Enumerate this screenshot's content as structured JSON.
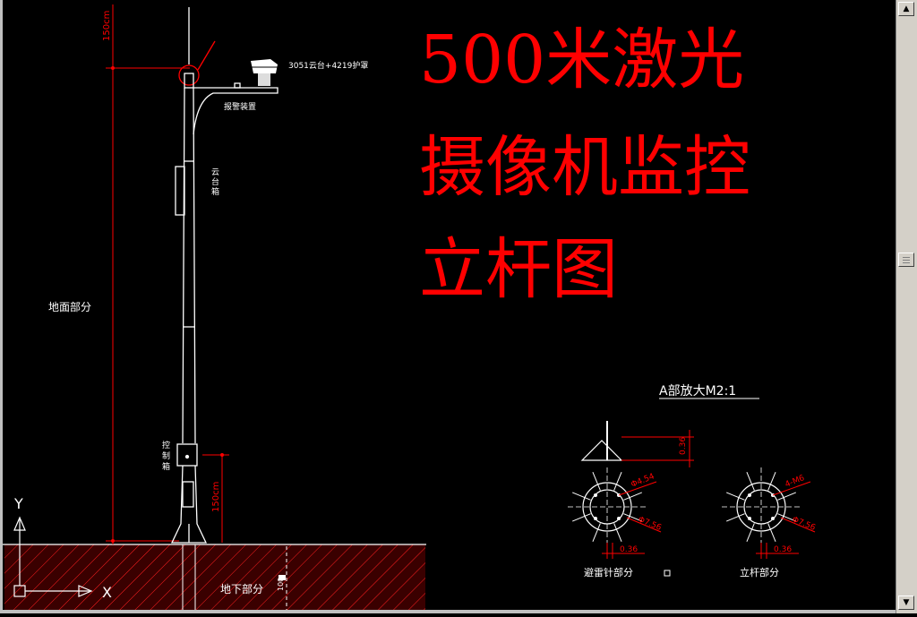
{
  "title": {
    "line1": "500米激光",
    "line2": "摄像机监控",
    "line3": "立杆图",
    "color": "#ff0000"
  },
  "labels": {
    "top_dim": "150cm",
    "camera": "3051云台+4219护罩",
    "alarm": "报警装置",
    "box_upper": "云台箱",
    "ground_part": "地面部分",
    "control_box": "控制箱",
    "lower_dim": "150cm",
    "underground": "地下部分",
    "depth_dim": "100"
  },
  "detail": {
    "heading": "A部放大M2:1",
    "top_dim": "0.36",
    "left_circle": {
      "caption": "避雷针部分",
      "hole_label": "Φ4.54",
      "outer_label": "Φ7.56",
      "bottom_dim": "0.36"
    },
    "right_circle": {
      "caption": "立杆部分",
      "hole_label": "4-M6",
      "outer_label": "Φ7.56",
      "bottom_dim": "0.36"
    }
  },
  "ucs": {
    "x_label": "X",
    "y_label": "Y"
  },
  "colors": {
    "background": "#000000",
    "drawing": "#ffffff",
    "dimension": "#ff0000",
    "hatch": "#ff2020",
    "ground": "#3a0000"
  },
  "scrollbar": {
    "up_icon": "triangle-up",
    "down_icon": "triangle-down"
  }
}
